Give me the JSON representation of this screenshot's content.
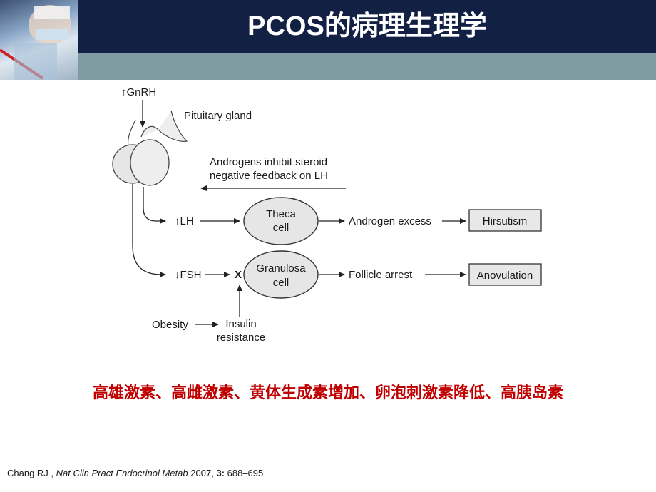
{
  "slide": {
    "title": "PCOS的病理生理学",
    "summary": "高雄激素、高雌激素、黄体生成素增加、卵泡刺激素降低、高胰岛素"
  },
  "diagram": {
    "gnrh": "↑GnRH",
    "pituitary": "Pituitary gland",
    "feedback_line1": "Androgens inhibit steroid",
    "feedback_line2": "negative feedback on LH",
    "lh": "↑LH",
    "fsh": "↓FSH",
    "block_mark": "X",
    "theca_line1": "Theca",
    "theca_line2": "cell",
    "granulosa_line1": "Granulosa",
    "granulosa_line2": "cell",
    "androgen_excess": "Androgen excess",
    "follicle_arrest": "Follicle arrest",
    "hirsutism": "Hirsutism",
    "anovulation": "Anovulation",
    "obesity": "Obesity",
    "insulin_line1": "Insulin",
    "insulin_line2": "resistance"
  },
  "citation": {
    "authors": "Chang RJ ,",
    "journal": "Nat Clin Pract Endocrinol Metab",
    "year": "2007,",
    "volume": "3:",
    "pages": "688–695"
  },
  "colors": {
    "header": "#122043",
    "band": "#7f9aa0",
    "summary_text": "#c00000",
    "cell_fill": "#e6e6e6",
    "outcome_box_fill": "#e8e8e8"
  }
}
